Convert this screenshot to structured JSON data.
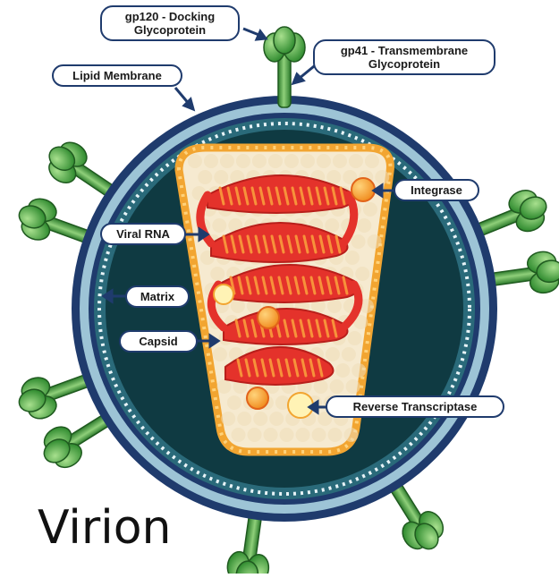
{
  "labels": {
    "gp120_line1": "gp120 - Docking",
    "gp120_line2": "Glycoprotein",
    "gp41_line1": "gp41 - Transmembrane",
    "gp41_line2": "Glycoprotein",
    "lipid_membrane": "Lipid Membrane",
    "integrase": "Integrase",
    "viral_rna": "Viral RNA",
    "matrix": "Matrix",
    "capsid": "Capsid",
    "reverse_transcriptase": "Reverse Transcriptase"
  },
  "caption": "Virion",
  "colors": {
    "membrane_outer": "#1f3b6d",
    "membrane_inner": "#8fb8cf",
    "interior": "#0f3a42",
    "capsid_shell": "#f2a531",
    "capsid_fill": "#f6ead0",
    "rna": "#e4322b",
    "rna_highlight": "#f7923a",
    "glycoprotein": "#3f9a3a",
    "glycoprotein_light": "#8fd07a"
  }
}
